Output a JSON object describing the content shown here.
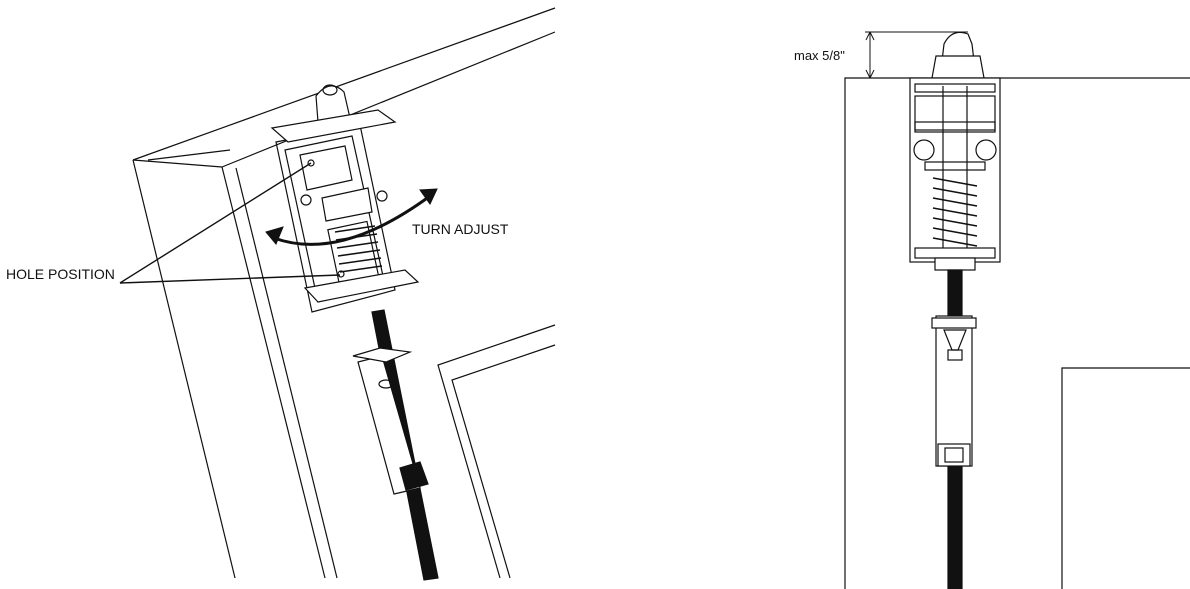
{
  "labels": {
    "hole_position": "HOLE POSITION",
    "turn_adjust": "TURN ADJUST",
    "max_dimension": "max 5/8\""
  },
  "colors": {
    "line": "#111111",
    "background": "#ffffff"
  }
}
